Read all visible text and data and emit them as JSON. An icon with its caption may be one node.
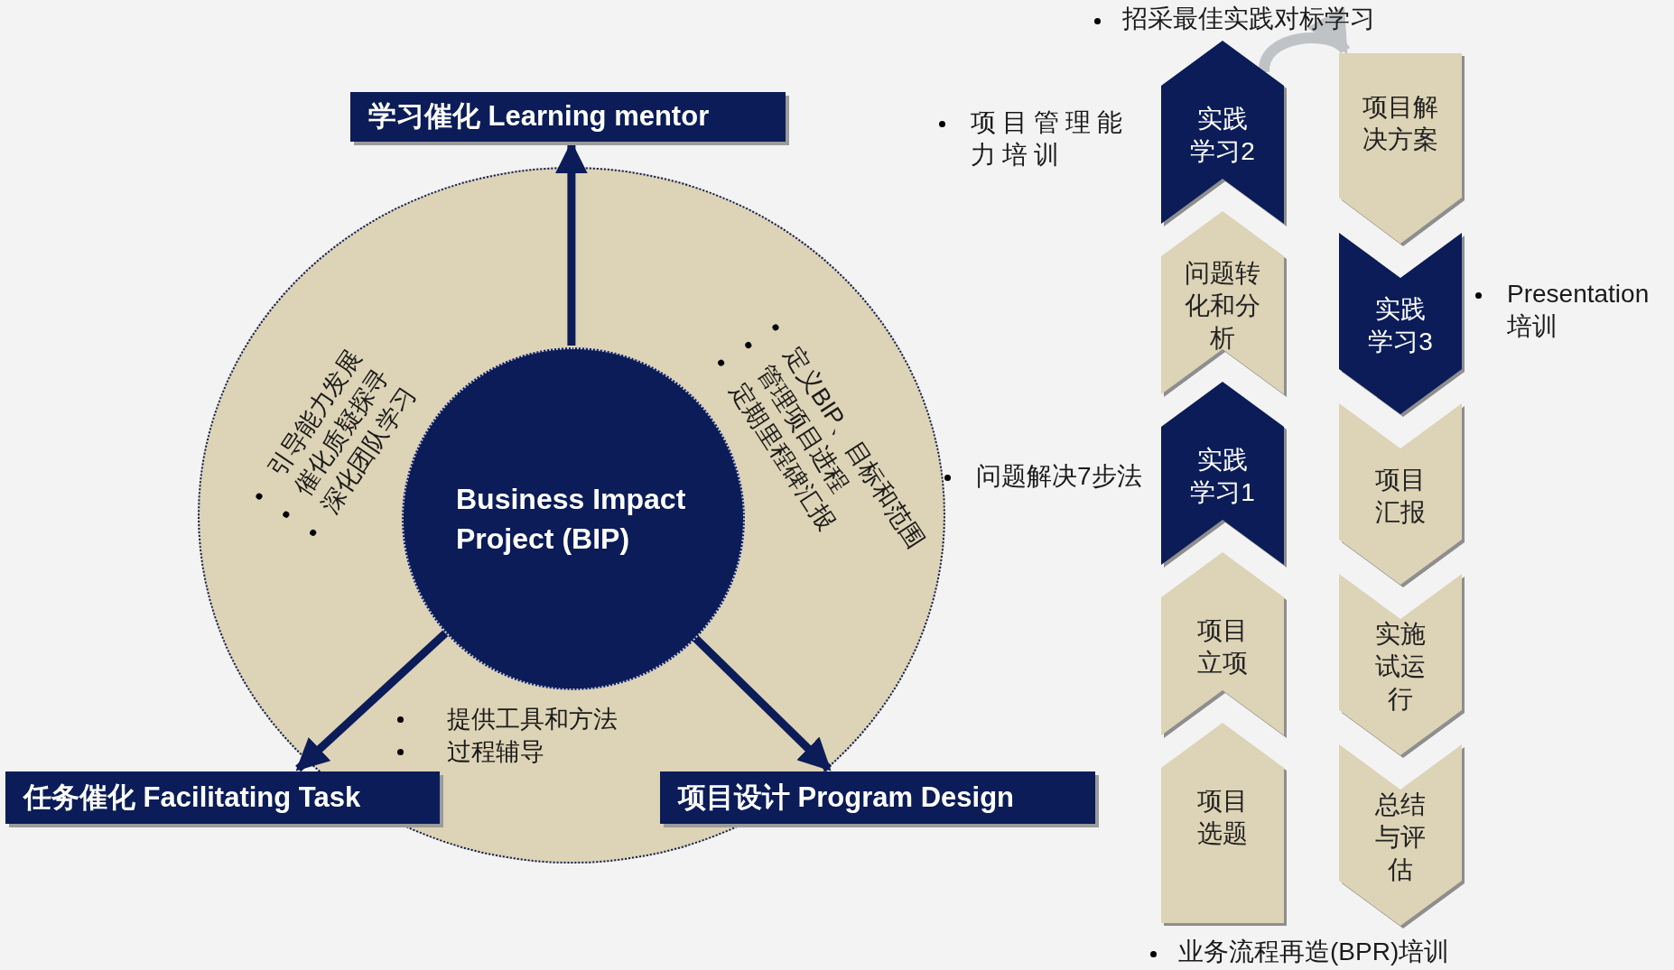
{
  "diagram": {
    "nodes": [
      {
        "text": [
          "引导能力发展",
          "催化质疑探寻",
          "深化团队学习",
          "定义BIP、目标和范围",
          "管理项目进程",
          "定期里程碑汇报",
          "提供工具和方法",
          "过程辅导"
        ]
      },
      {
        "text": [
          "Business Impact Project (BIP)"
        ],
        "in": 0
      },
      {
        "text": [
          "学习催化 Learning mentor"
        ]
      },
      {
        "text": [
          "任务催化 Facilitating Task"
        ]
      },
      {
        "text": [
          "项目设计 Program Design"
        ]
      },
      {
        "text": [
          "实践学习2"
        ],
        "beside": [
          "项目管理能力培训"
        ]
      },
      {
        "text": [
          "问题转化和分析"
        ]
      },
      {
        "text": [
          "实践学习1"
        ],
        "beside": [
          "问题解决7步法"
        ]
      },
      {
        "text": [
          "项目立项"
        ]
      },
      {
        "text": [
          "项目选题"
        ]
      },
      {
        "text": [
          "项目解决方案"
        ]
      },
      {
        "text": [
          "实践学习3"
        ],
        "beside": [
          "Presentation 培训"
        ]
      },
      {
        "text": [
          "项目汇报"
        ]
      },
      {
        "text": [
          "实施试运行"
        ]
      },
      {
        "text": [
          "总结与评估"
        ]
      }
    ],
    "edges": [
      {
        "from": 1,
        "to": 2,
        "arrow": "to"
      },
      {
        "from": 1,
        "to": 3,
        "arrow": "to"
      },
      {
        "from": 1,
        "to": 4,
        "arrow": "to"
      },
      {
        "from": 5,
        "to": 10,
        "arrow": "to",
        "color": "#bfc3c6"
      }
    ],
    "labels": [
      "招采最佳实践对标学习",
      "业务流程再造(BPR)培训"
    ]
  }
}
